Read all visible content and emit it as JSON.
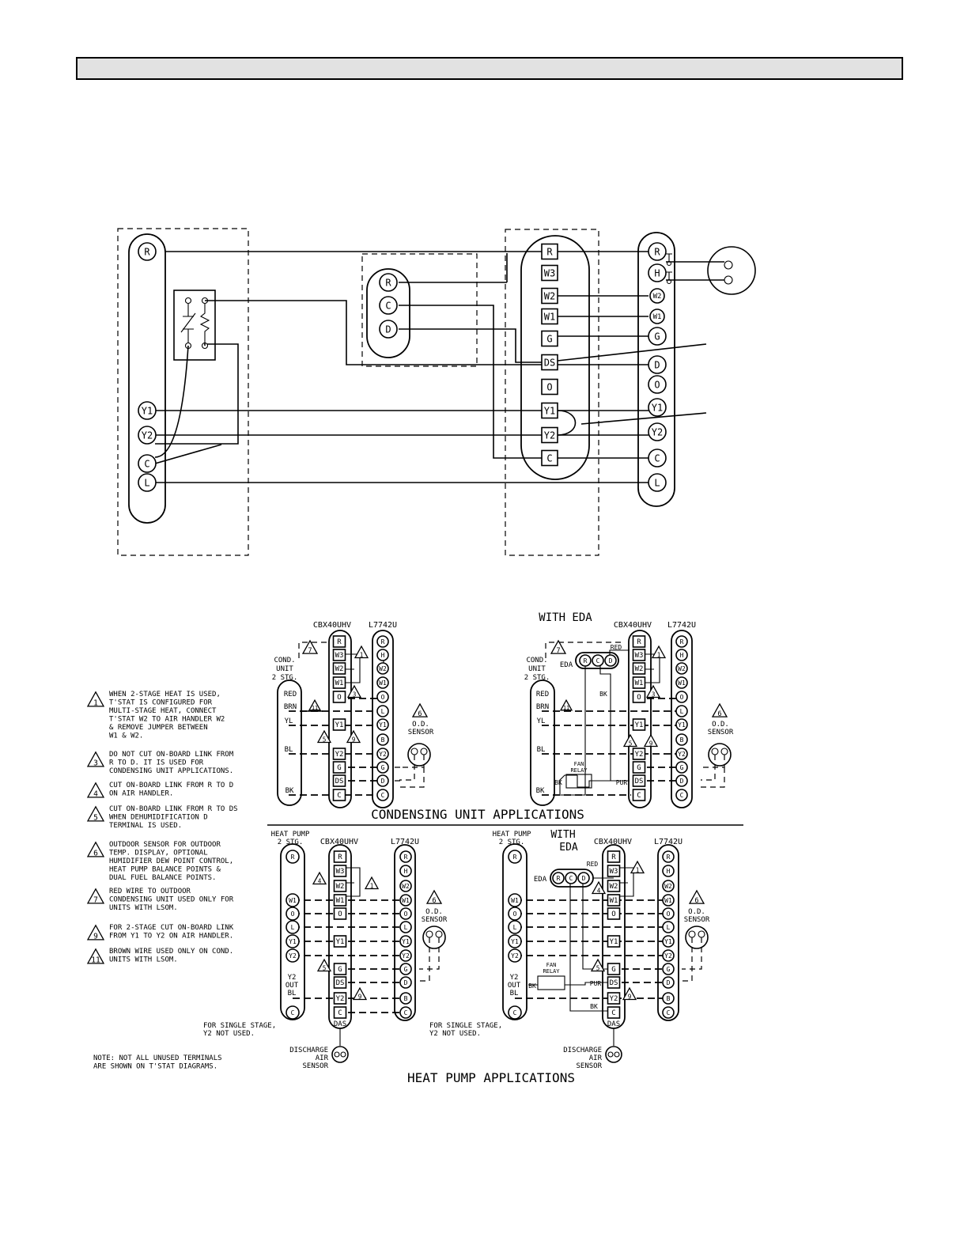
{
  "header": {
    "title": ""
  },
  "main_diagram": {
    "left_terminals": [
      "R",
      "Y1",
      "Y2",
      "C",
      "L"
    ],
    "edda_terminals": [
      "R",
      "C",
      "D"
    ],
    "center_terminals": [
      "R",
      "W3",
      "W2",
      "W1",
      "G",
      "DS",
      "O",
      "Y1",
      "Y2",
      "C"
    ],
    "right_terminals": [
      "R",
      "H",
      "W2",
      "W1",
      "G",
      "D",
      "O",
      "Y1",
      "Y2",
      "C",
      "L"
    ]
  },
  "notes": [
    {
      "num": "1",
      "lines": [
        "WHEN 2-STAGE HEAT IS USED,",
        "T'STAT IS CONFIGURED FOR",
        "MULTI-STAGE HEAT, CONNECT",
        "T'STAT W2 TO AIR HANDLER  W2",
        "& REMOVE JUMPER BETWEEN",
        "W1 & W2."
      ]
    },
    {
      "num": "3",
      "lines": [
        "DO NOT CUT ON-BOARD LINK FROM",
        "R TO D.  IT IS USED FOR",
        "CONDENSING UNIT APPLICATIONS."
      ]
    },
    {
      "num": "4",
      "lines": [
        "CUT ON-BOARD LINK FROM R TO D",
        "ON AIR HANDLER."
      ]
    },
    {
      "num": "5",
      "lines": [
        "CUT ON-BOARD LINK FROM R TO DS",
        "WHEN DEHUMIDIFICATION D",
        "TERMINAL  IS USED."
      ]
    },
    {
      "num": "6",
      "lines": [
        "OUTDOOR SENSOR FOR OUTDOOR",
        "TEMP. DISPLAY, OPTIONAL",
        "HUMIDIFIER DEW POINT CONTROL,",
        "HEAT PUMP BALANCE POINTS &",
        "DUAL FUEL BALANCE POINTS."
      ]
    },
    {
      "num": "7",
      "lines": [
        "RED WIRE TO OUTDOOR",
        "CONDENSING UNIT USED ONLY FOR",
        "UNITS WITH LSOM."
      ]
    },
    {
      "num": "9",
      "lines": [
        "FOR 2-STAGE CUT ON-BOARD LINK",
        "FROM Y1 TO Y2 ON AIR HANDLER."
      ]
    },
    {
      "num": "11",
      "lines": [
        "BROWN WIRE USED ONLY ON COND.",
        "UNITS WITH LSOM."
      ]
    }
  ],
  "footnote": [
    "NOTE: NOT ALL UNUSED TERMINALS",
    "ARE SHOWN ON T'STAT DIAGRAMS."
  ],
  "labels": {
    "cbx": "CBX40UHV",
    "l7742": "L7742U",
    "with_eda": "WITH EDA",
    "with": "WITH",
    "eda": "EDA",
    "cond_unit": [
      "COND.",
      "UNIT",
      "2 STG."
    ],
    "heat_pump": [
      "HEAT PUMP",
      "2 STG."
    ],
    "od_sensor": [
      "O.D.",
      "SENSOR"
    ],
    "fan_relay": [
      "FAN",
      "RELAY"
    ],
    "single_stage": [
      "FOR SINGLE STAGE,",
      "Y2 NOT USED."
    ],
    "discharge": [
      "DISCHARGE",
      "AIR",
      "SENSOR"
    ],
    "y2_out": [
      "Y2",
      "OUT",
      "BL"
    ],
    "das": "DAS",
    "red": "RED",
    "bk": "BK",
    "pur": "PUR",
    "wire_red": "RED",
    "wire_brn": "BRN",
    "wire_yl": "YL",
    "wire_bl": "BL",
    "wire_bk": "BK",
    "cond_title": "CONDENSING UNIT APPLICATIONS",
    "hp_title": "HEAT PUMP APPLICATIONS"
  },
  "sub_terminals": {
    "cbx_cond": [
      "R",
      "W3",
      "W2",
      "W1",
      "O",
      "Y1",
      "Y2",
      "G",
      "DS",
      "C"
    ],
    "therm_cond": [
      "R",
      "H",
      "W2",
      "W1",
      "O",
      "L",
      "Y1",
      "B",
      "Y2",
      "G",
      "D",
      "C"
    ],
    "cbx_hp": [
      "R",
      "W3",
      "W2",
      "W1",
      "O",
      "Y1",
      "G",
      "DS",
      "Y2",
      "C"
    ],
    "therm_hp": [
      "R",
      "H",
      "W2",
      "W1",
      "O",
      "L",
      "Y1",
      "Y2",
      "G",
      "D",
      "B",
      "C"
    ],
    "hp_outdoor": [
      "R",
      "W1",
      "O",
      "L",
      "Y1",
      "Y2",
      "C"
    ]
  }
}
